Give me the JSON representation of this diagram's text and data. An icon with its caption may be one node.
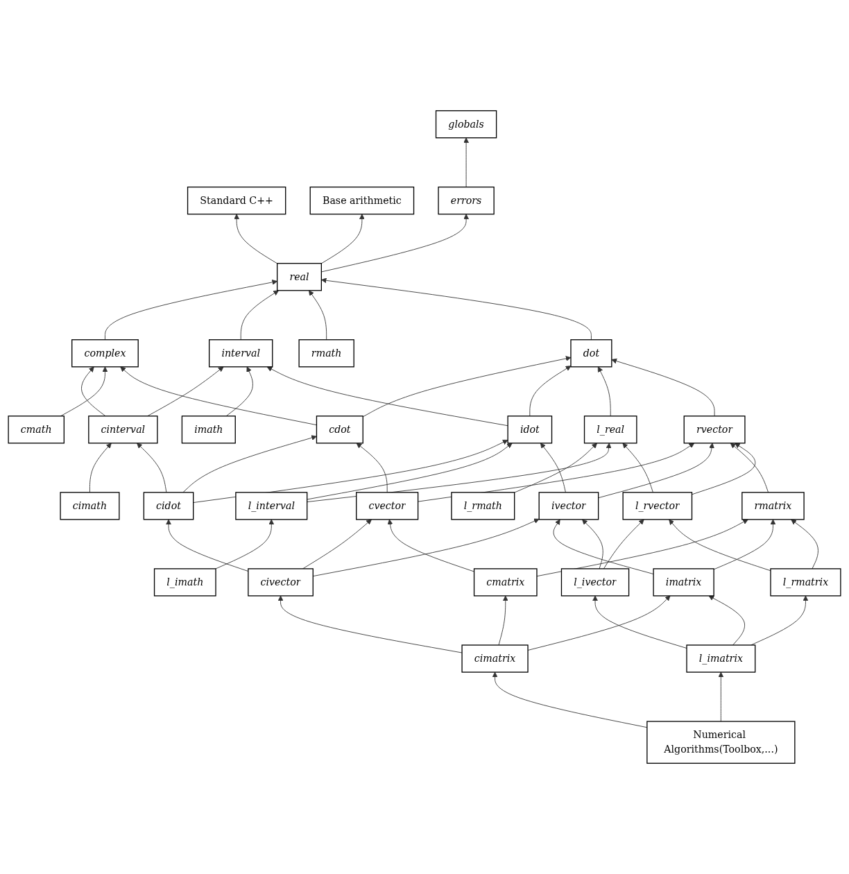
{
  "diagram": {
    "nodes": [
      {
        "text": [
          "Standard C++"
        ]
      },
      {
        "text": [
          "Base arithmetic"
        ]
      },
      {
        "text": [
          "errors"
        ]
      },
      {
        "text": [
          "globals"
        ]
      },
      {
        "text": [
          "real"
        ]
      },
      {
        "text": [
          "interval"
        ]
      },
      {
        "text": [
          "complex"
        ]
      },
      {
        "text": [
          "cinterval"
        ]
      },
      {
        "text": [
          "rmath"
        ]
      },
      {
        "text": [
          "imath"
        ]
      },
      {
        "text": [
          "cmath"
        ]
      },
      {
        "text": [
          "cimath"
        ]
      },
      {
        "text": [
          "dot"
        ]
      },
      {
        "text": [
          "idot"
        ]
      },
      {
        "text": [
          "cdot"
        ]
      },
      {
        "text": [
          "cidot"
        ]
      },
      {
        "text": [
          "l_real"
        ]
      },
      {
        "text": [
          "l_interval"
        ]
      },
      {
        "text": [
          "l_rmath"
        ]
      },
      {
        "text": [
          "l_imath"
        ]
      },
      {
        "text": [
          "rvector"
        ]
      },
      {
        "text": [
          "ivector"
        ]
      },
      {
        "text": [
          "cvector"
        ]
      },
      {
        "text": [
          "civector"
        ]
      },
      {
        "text": [
          "rmatrix"
        ]
      },
      {
        "text": [
          "imatrix"
        ]
      },
      {
        "text": [
          "cmatrix"
        ]
      },
      {
        "text": [
          "cimatrix"
        ]
      },
      {
        "text": [
          "l_rvector"
        ]
      },
      {
        "text": [
          "l_ivector"
        ]
      },
      {
        "text": [
          "l_rmatrix"
        ]
      },
      {
        "text": [
          "l_imatrix"
        ]
      },
      {
        "text": [
          "Numerical Algorithms(Toolbox,...)"
        ]
      }
    ],
    "edges": [
      {
        "from": 4,
        "to": 0,
        "arrow": "to"
      },
      {
        "from": 4,
        "to": 1,
        "arrow": "to"
      },
      {
        "from": 4,
        "to": 2,
        "arrow": "to"
      },
      {
        "from": 2,
        "to": 3,
        "arrow": "to"
      },
      {
        "from": 6,
        "to": 4,
        "arrow": "to"
      },
      {
        "from": 5,
        "to": 4,
        "arrow": "to"
      },
      {
        "from": 7,
        "to": 5,
        "arrow": "to"
      },
      {
        "from": 7,
        "to": 6,
        "arrow": "to"
      },
      {
        "from": 8,
        "to": 4,
        "arrow": "to"
      },
      {
        "from": 12,
        "to": 4,
        "arrow": "to"
      },
      {
        "from": 9,
        "to": 5,
        "arrow": "to"
      },
      {
        "from": 13,
        "to": 5,
        "arrow": "to"
      },
      {
        "from": 10,
        "to": 6,
        "arrow": "to"
      },
      {
        "from": 14,
        "to": 6,
        "arrow": "to"
      },
      {
        "from": 11,
        "to": 7,
        "arrow": "to"
      },
      {
        "from": 15,
        "to": 7,
        "arrow": "to"
      },
      {
        "from": 14,
        "to": 12,
        "arrow": "to"
      },
      {
        "from": 13,
        "to": 12,
        "arrow": "to"
      },
      {
        "from": 15,
        "to": 13,
        "arrow": "to"
      },
      {
        "from": 15,
        "to": 14,
        "arrow": "to"
      },
      {
        "from": 16,
        "to": 12,
        "arrow": "to"
      },
      {
        "from": 20,
        "to": 12,
        "arrow": "to"
      },
      {
        "from": 17,
        "to": 13,
        "arrow": "to"
      },
      {
        "from": 21,
        "to": 13,
        "arrow": "to"
      },
      {
        "from": 22,
        "to": 14,
        "arrow": "to"
      },
      {
        "from": 23,
        "to": 15,
        "arrow": "to"
      },
      {
        "from": 18,
        "to": 16,
        "arrow": "to"
      },
      {
        "from": 17,
        "to": 16,
        "arrow": "to"
      },
      {
        "from": 19,
        "to": 17,
        "arrow": "to"
      },
      {
        "from": 22,
        "to": 20,
        "arrow": "to"
      },
      {
        "from": 21,
        "to": 20,
        "arrow": "to"
      },
      {
        "from": 23,
        "to": 21,
        "arrow": "to"
      },
      {
        "from": 23,
        "to": 22,
        "arrow": "to"
      },
      {
        "from": 24,
        "to": 20,
        "arrow": "to"
      },
      {
        "from": 28,
        "to": 20,
        "arrow": "to"
      },
      {
        "from": 25,
        "to": 21,
        "arrow": "to"
      },
      {
        "from": 29,
        "to": 21,
        "arrow": "to"
      },
      {
        "from": 26,
        "to": 22,
        "arrow": "to"
      },
      {
        "from": 27,
        "to": 23,
        "arrow": "to"
      },
      {
        "from": 26,
        "to": 24,
        "arrow": "to"
      },
      {
        "from": 25,
        "to": 24,
        "arrow": "to"
      },
      {
        "from": 27,
        "to": 25,
        "arrow": "to"
      },
      {
        "from": 27,
        "to": 26,
        "arrow": "to"
      },
      {
        "from": 28,
        "to": 16,
        "arrow": "to"
      },
      {
        "from": 29,
        "to": 28,
        "arrow": "to"
      },
      {
        "from": 30,
        "to": 24,
        "arrow": "to"
      },
      {
        "from": 30,
        "to": 28,
        "arrow": "to"
      },
      {
        "from": 31,
        "to": 25,
        "arrow": "to"
      },
      {
        "from": 31,
        "to": 29,
        "arrow": "to"
      },
      {
        "from": 31,
        "to": 30,
        "arrow": "to"
      },
      {
        "from": 32,
        "to": 31,
        "arrow": "to"
      },
      {
        "from": 32,
        "to": 27,
        "arrow": "to"
      }
    ]
  }
}
